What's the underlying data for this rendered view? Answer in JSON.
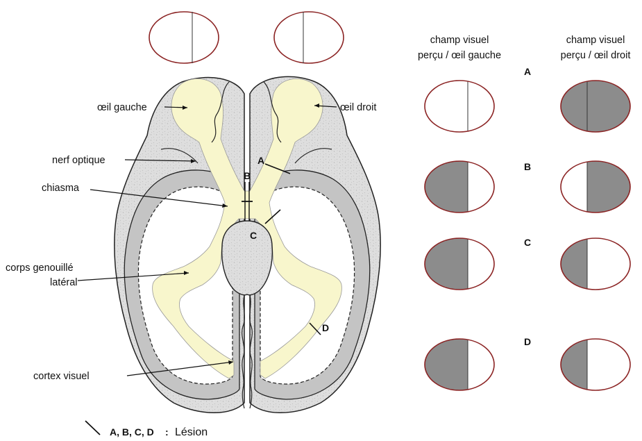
{
  "headers": {
    "left_line1": "champ visuel",
    "left_line2": "perçu / œil gauche",
    "right_line1": "champ visuel",
    "right_line2": "perçu / œil droit"
  },
  "labels": {
    "oeil_gauche": "œil gauche",
    "oeil_droit": "œil droit",
    "nerf_optique": "nerf optique",
    "chiasma": "chiasma",
    "corps_genouille_line1": "corps genouillé",
    "corps_genouille_line2": "latéral",
    "cortex_visuel": "cortex visuel"
  },
  "brain_lesion_letters": [
    "A",
    "B",
    "C",
    "D"
  ],
  "legend": {
    "letters": "A, B, C, D",
    "separator": ":",
    "word": "Lésion"
  },
  "colors": {
    "outline": "#8b2323",
    "shaded": "#8c8c8c",
    "pathway": "#f8f6cc",
    "tissue": "#dcdcdc",
    "cortex_band": "#c4c4c4"
  },
  "field_rows": [
    {
      "lesion": "A",
      "left_eye": "none",
      "right_eye": "full"
    },
    {
      "lesion": "B",
      "left_eye": "left-half",
      "right_eye": "right-half"
    },
    {
      "lesion": "C",
      "left_eye": "left-half",
      "right_eye": "left-half"
    },
    {
      "lesion": "D",
      "left_eye": "left-half",
      "right_eye": "left-half"
    }
  ]
}
